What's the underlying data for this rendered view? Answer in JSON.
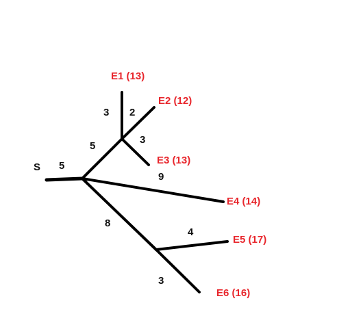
{
  "colors": {
    "edge": "#000000",
    "weight_text": "#111111",
    "end_text": "#e8262c",
    "background": "#ffffff"
  },
  "start": {
    "label": "S"
  },
  "weights": {
    "s_to_a": "5",
    "a_to_b": "5",
    "b_to_e1": "3",
    "b_to_e2": "2",
    "b_to_e3": "3",
    "a_to_e4": "9",
    "a_to_c": "8",
    "c_to_e5": "4",
    "c_to_e6": "3"
  },
  "endpoints": {
    "e1": "E1 (13)",
    "e2": "E2 (12)",
    "e3": "E3 (13)",
    "e4": "E4 (14)",
    "e5": "E5 (17)",
    "e6": "E6 (16)"
  }
}
